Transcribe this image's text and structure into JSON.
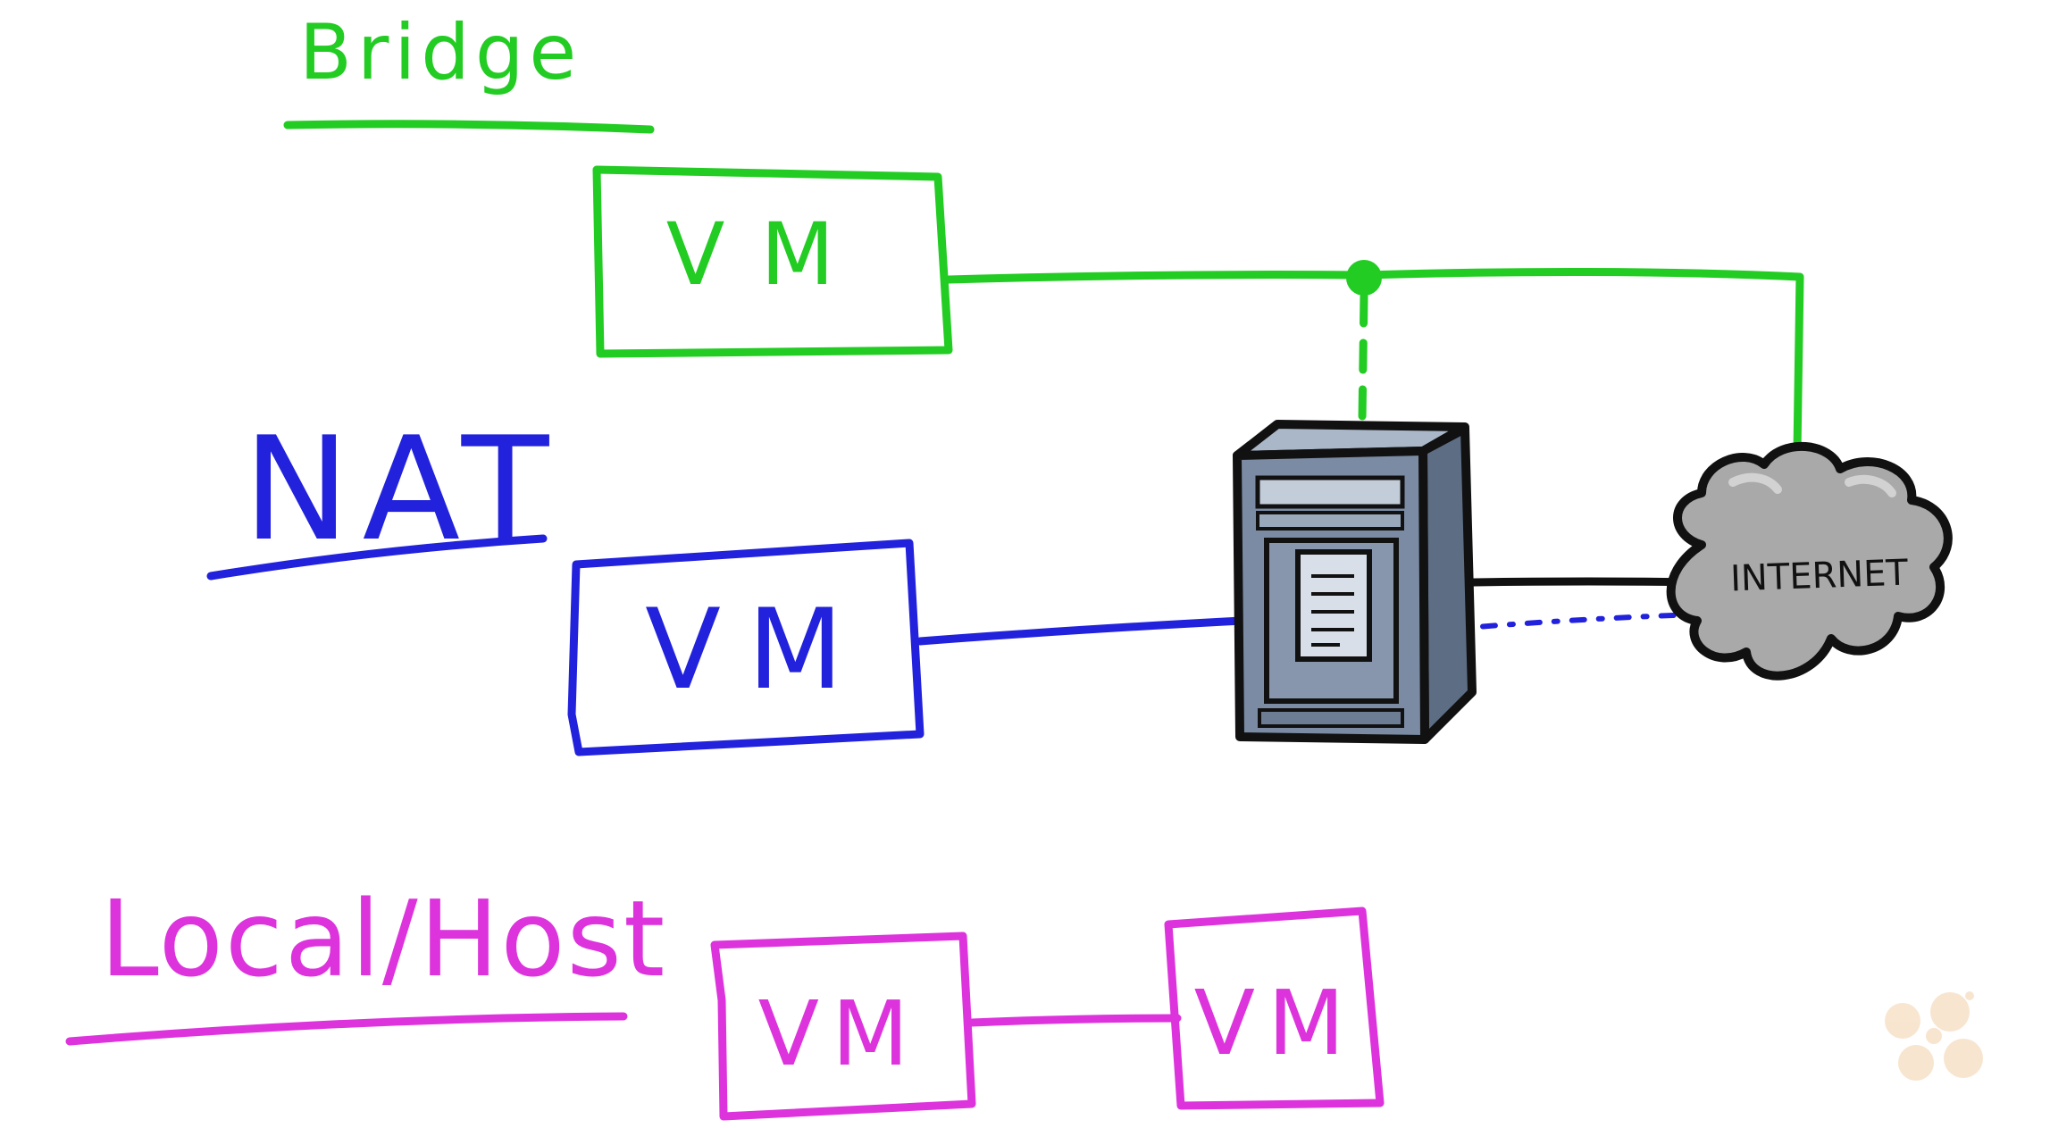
{
  "colors": {
    "bridge": "#22cc22",
    "nat": "#2222dd",
    "host": "#dd33dd",
    "outline": "#111111",
    "server_body": "#6e7f98",
    "server_front": "#8ea0b8",
    "cloud": "#a9a9a9",
    "watermark": "#f5dcc2"
  },
  "sections": {
    "bridge": {
      "title": "Bridge",
      "vm_label": "VM"
    },
    "nat": {
      "title": "NAT",
      "vm_label": "VM"
    },
    "host": {
      "title": "Local/Host",
      "vm1_label": "VM",
      "vm2_label": "VM"
    }
  },
  "internet": {
    "label": "INTERNET",
    "icon": "cloud-icon"
  },
  "host_machine": {
    "icon": "server-tower-icon"
  },
  "watermark": {
    "icon": "dots-logo-icon"
  }
}
